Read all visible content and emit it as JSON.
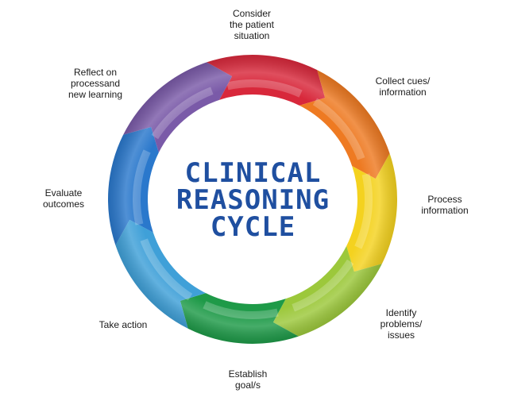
{
  "diagram": {
    "title_lines": [
      "CLINICAL",
      "REASONING",
      "CYCLE"
    ],
    "steps": [
      {
        "label": "Consider\nthe patient\nsituation",
        "color": "#d8283b"
      },
      {
        "label": "Collect cues/\ninformation",
        "color": "#ee7a22"
      },
      {
        "label": "Process\ninformation",
        "color": "#f4d21f"
      },
      {
        "label": "Identify\nproblems/\nissues",
        "color": "#9cc83b"
      },
      {
        "label": "Establish\ngoal/s",
        "color": "#1e9a48"
      },
      {
        "label": "Take action",
        "color": "#3fa0d8"
      },
      {
        "label": "Evaluate\noutcomes",
        "color": "#2a78cc"
      },
      {
        "label": "Reflect on\nprocessand\nnew learning",
        "color": "#7a5aa8"
      }
    ],
    "title_color": "#1f4fa0"
  }
}
